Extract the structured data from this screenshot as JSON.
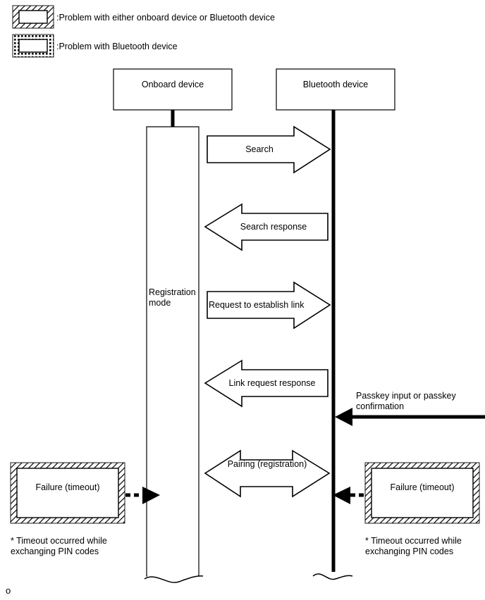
{
  "legend": {
    "items": [
      {
        "swatch": "hatched-box-icon",
        "label": ":Problem with either onboard device or Bluetooth device"
      },
      {
        "swatch": "dotted-box-icon",
        "label": ":Problem with Bluetooth device"
      }
    ]
  },
  "lifelines": {
    "left": {
      "header": "Onboard device",
      "activation_label_line1": "Registration",
      "activation_label_line2": "mode"
    },
    "right": {
      "header": "Bluetooth device"
    }
  },
  "messages": [
    {
      "label": "Search",
      "direction": "right"
    },
    {
      "label": "Search response",
      "direction": "left"
    },
    {
      "label": "Request to establish link",
      "direction": "right"
    },
    {
      "label": "Link request response",
      "direction": "left"
    },
    {
      "label": "Pairing (registration)",
      "direction": "both"
    }
  ],
  "passkey": {
    "line1": "Passkey input or passkey",
    "line2": "confirmation"
  },
  "failures": {
    "left": {
      "label": "Failure (timeout)",
      "note_line1": "* Timeout occurred while",
      "note_line2": "exchanging PIN codes"
    },
    "right": {
      "label": "Failure (timeout)",
      "note_line1": "* Timeout occurred while",
      "note_line2": "exchanging PIN codes"
    }
  },
  "corner_mark": "o",
  "colors": {
    "stroke": "#000000",
    "fill": "#ffffff"
  }
}
